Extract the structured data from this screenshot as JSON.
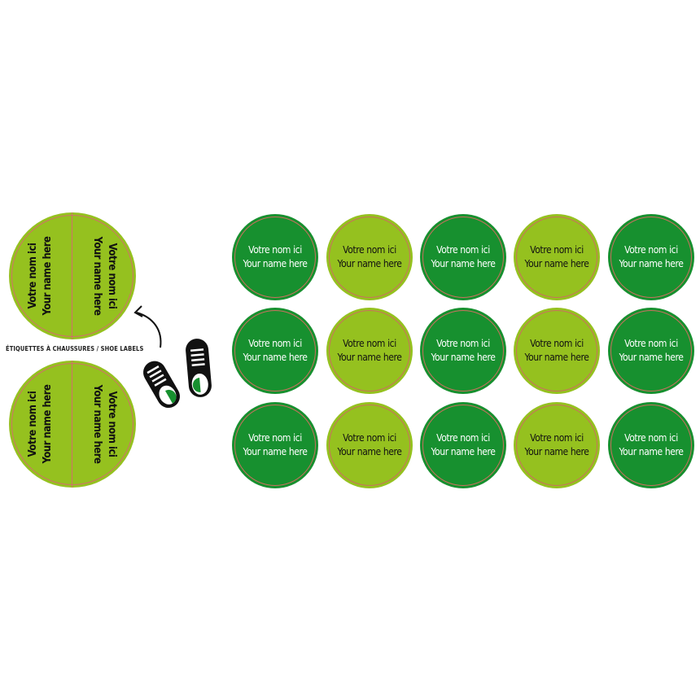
{
  "shoe_labels": {
    "caption": "ÉTIQUETTES À CHAUSSURES / SHOE LABELS",
    "line1": "Votre nom ici",
    "line2": "Your name here",
    "color": "#95c11f"
  },
  "round_labels": {
    "line1": "Votre nom ici",
    "line2": "Your name here",
    "colors": {
      "dark": "#17902f",
      "light": "#95c11f"
    },
    "grid": [
      [
        "dark",
        "light",
        "dark",
        "light",
        "dark"
      ],
      [
        "dark",
        "light",
        "dark",
        "light",
        "dark"
      ],
      [
        "dark",
        "light",
        "dark",
        "light",
        "dark"
      ]
    ]
  }
}
